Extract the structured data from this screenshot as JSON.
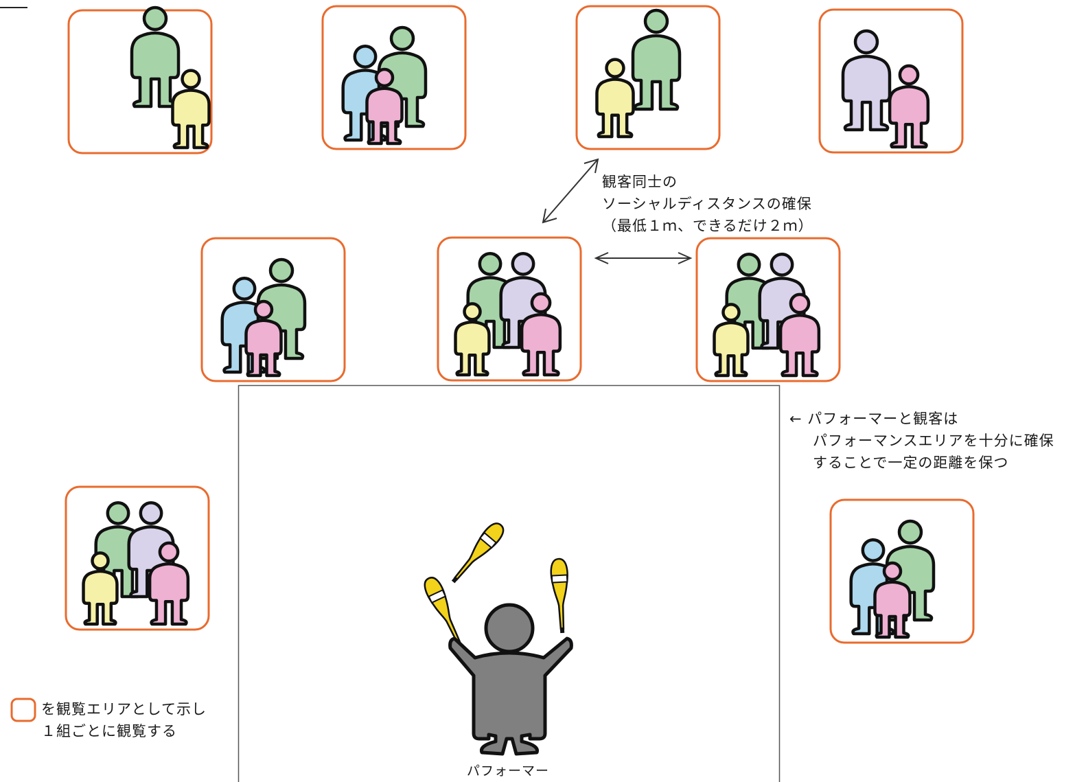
{
  "colors": {
    "area_border": "#E96B2E",
    "stage_border": "#555555",
    "outline": "#111111",
    "green": "#A6D4A8",
    "blue": "#ADD8EE",
    "pink": "#EEB1D2",
    "yellow": "#F6F1A8",
    "lavender": "#D8D3EA",
    "performer": "#808080",
    "club_yellow": "#F2D21A",
    "club_white": "#FFFFFF"
  },
  "icons": [
    "person-icon",
    "juggling-club-icon",
    "double-arrow-icon",
    "left-arrow-icon",
    "viewing-area-legend-icon"
  ],
  "annotations": {
    "social_distance": {
      "line1": "観客同士の",
      "line2": "ソーシャルディスタンスの確保",
      "line3": "（最低１ｍ、できるだけ２ｍ）"
    },
    "performer_distance": {
      "arrow": "←",
      "line1": "パフォーマーと観客は",
      "line2": "パフォーマンスエリアを十分に確保",
      "line3": "することで一定の距離を保つ"
    },
    "legend": {
      "line1": "を観覧エリアとして示し",
      "line2": "１組ごとに観覧する"
    },
    "performer_label": "パフォーマー"
  },
  "groups": [
    {
      "members": [
        "green",
        "yellow"
      ]
    },
    {
      "members": [
        "blue",
        "green",
        "pink"
      ]
    },
    {
      "members": [
        "yellow",
        "green"
      ]
    },
    {
      "members": [
        "lavender",
        "pink"
      ]
    },
    {
      "members": [
        "blue",
        "green",
        "pink"
      ]
    },
    {
      "members": [
        "green",
        "lavender",
        "yellow",
        "pink"
      ]
    },
    {
      "members": [
        "green",
        "lavender",
        "yellow",
        "pink"
      ]
    },
    {
      "members": [
        "green",
        "lavender",
        "yellow",
        "pink"
      ]
    },
    {
      "members": [
        "blue",
        "green",
        "pink"
      ]
    }
  ]
}
